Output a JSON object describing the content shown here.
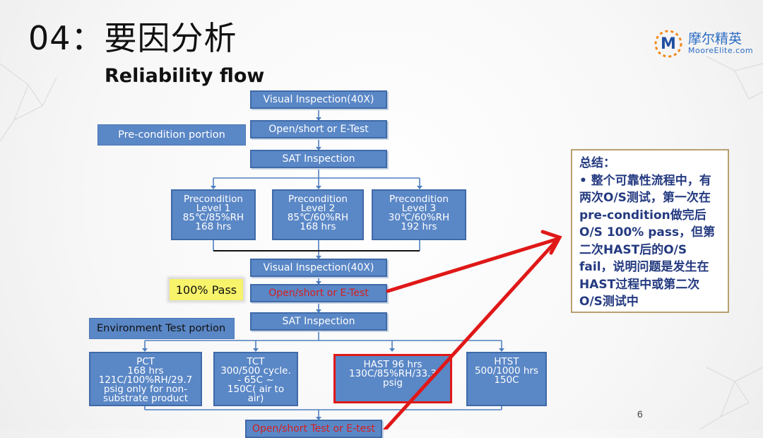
{
  "slide": {
    "title": "04：要因分析",
    "subtitle": "Reliability flow",
    "page_number": "6"
  },
  "logo": {
    "mark": "M",
    "name_cn": "摩尔精英",
    "name_en": "MooreElite.com"
  },
  "labels": {
    "precondition_portion": "Pre-condition portion",
    "environment_portion": "Environment Test portion",
    "pass_badge": "100% Pass"
  },
  "flow": {
    "visual_inspection_1": "Visual Inspection(40X)",
    "open_short_1": "Open/short or E-Test",
    "sat_1": "SAT Inspection",
    "precondition_levels": [
      {
        "l1": "Precondition",
        "l2": "Level 1",
        "l3": "85℃/85%RH",
        "l4": "168 hrs"
      },
      {
        "l1": "Precondition",
        "l2": "Level 2",
        "l3": "85℃/60%RH",
        "l4": "168 hrs"
      },
      {
        "l1": "Precondition",
        "l2": "Level 3",
        "l3": "30℃/60%RH",
        "l4": "192 hrs"
      }
    ],
    "visual_inspection_2": "Visual Inspection(40X)",
    "open_short_2": "Open/short or E-Test",
    "sat_2": "SAT Inspection",
    "env_tests": [
      {
        "lines": [
          "PCT",
          "168 hrs",
          "121C/100%RH/29.7",
          "psig only for non-",
          "substrate product"
        ]
      },
      {
        "lines": [
          "TCT",
          "300/500 cycle.",
          "- 65C ~",
          "150C( air to",
          "air)"
        ]
      },
      {
        "lines": [
          "HAST 96 hrs",
          "130C/85%RH/33.3",
          "psig"
        ]
      },
      {
        "lines": [
          "HTST",
          "500/1000 hrs",
          "150C"
        ]
      }
    ],
    "open_short_3": "Open/short Test or E-test"
  },
  "summary": {
    "heading": "总结：",
    "bullet": "•",
    "text": "整个可靠性流程中，有两次O/S测试，第一次在pre-condition做完后O/S 100% pass，但第二次HAST后的O/S fail，说明问题是发生在HAST过程中或第二次O/S测试中"
  },
  "colors": {
    "box_fill": "#5a87c6",
    "box_border": "#3f6aa8",
    "highlight_red": "#e01818",
    "summary_text": "#243a80",
    "pass_fill": "#f7f36a"
  }
}
